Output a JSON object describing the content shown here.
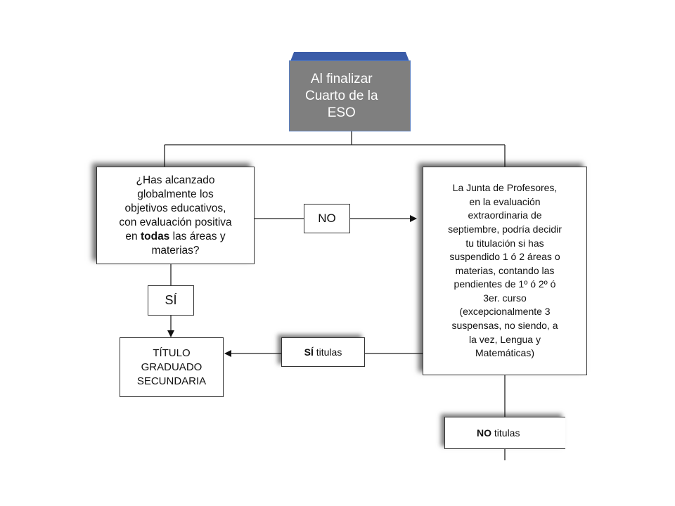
{
  "nodes": {
    "start": {
      "text": "Al finalizar\nCuarto de la\nESO"
    },
    "question": {
      "text_before": "¿Has alcanzado\nglobalmente los\nobjetivos educativos,\ncon evaluación positiva\nen ",
      "text_bold": "todas",
      "text_after": " las áreas y\nmaterias?"
    },
    "no_label": {
      "text": "NO"
    },
    "junta": {
      "text": "La Junta de Profesores,\nen la evaluación\nextraordinaria de\nseptiembre, podría decidir\ntu titulación si has\nsuspendido 1 ó 2 áreas o\nmaterias, contando las\npendientes de 1º ó 2º ó\n3er. curso\n(excepcionalmente 3\nsuspensas, no siendo, a\nla vez, Lengua y\nMatemáticas)"
    },
    "si_label": {
      "text": "SÍ"
    },
    "titulo": {
      "text": "TÍTULO\nGRADUADO\nSECUNDARIA"
    },
    "si_titulas": {
      "bold": "SÍ",
      "rest": " titulas"
    },
    "no_titulas": {
      "bold": "NO",
      "rest": " titulas"
    }
  },
  "colors": {
    "start_fill": "#7f7f7f",
    "start_header": "#3b5ca8",
    "line": "#222222"
  }
}
